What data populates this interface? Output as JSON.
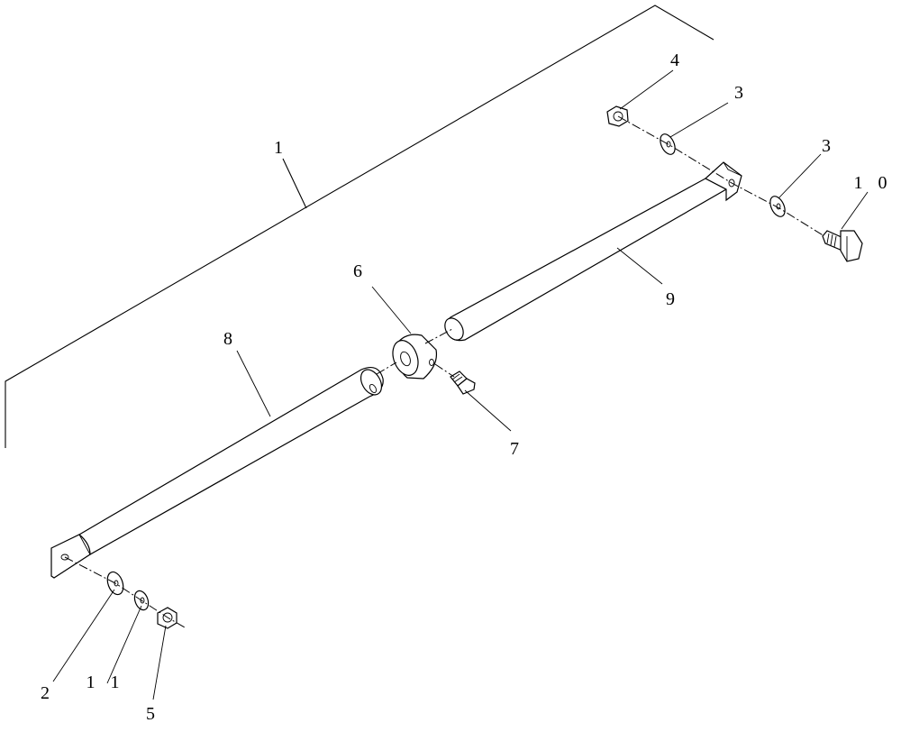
{
  "diagram": {
    "type": "exploded-parts-view",
    "callouts": [
      {
        "id": "c1",
        "label": "1"
      },
      {
        "id": "c2",
        "label": "2"
      },
      {
        "id": "c3a",
        "label": "3"
      },
      {
        "id": "c3b",
        "label": "3"
      },
      {
        "id": "c4",
        "label": "4"
      },
      {
        "id": "c5",
        "label": "5"
      },
      {
        "id": "c6",
        "label": "6"
      },
      {
        "id": "c7",
        "label": "7"
      },
      {
        "id": "c8",
        "label": "8"
      },
      {
        "id": "c9",
        "label": "9"
      },
      {
        "id": "c10",
        "label": "1 0"
      },
      {
        "id": "c11",
        "label": "1 1"
      }
    ]
  }
}
